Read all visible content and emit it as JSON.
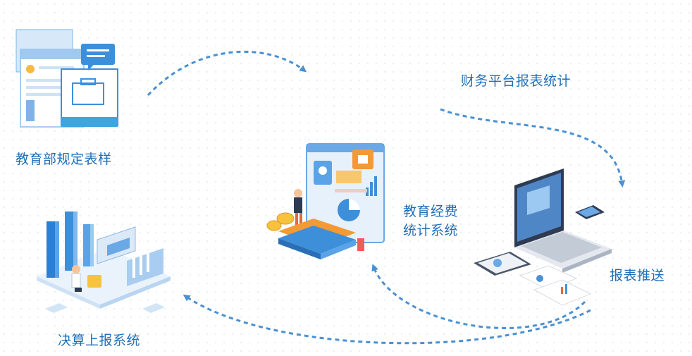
{
  "nodes": {
    "template": {
      "label": "教育部规定表样",
      "icon": "document-forms-illustration"
    },
    "finance": {
      "label": "财务平台报表统计"
    },
    "stats_system": {
      "label_line1": "教育经费",
      "label_line2": "统计系统",
      "icon": "statistics-dashboard-illustration"
    },
    "push": {
      "label": "报表推送",
      "icon": "laptop-reports-illustration"
    },
    "final_system": {
      "label": "决算上报系统",
      "icon": "server-upload-illustration"
    }
  },
  "colors": {
    "accent": "#1f6fb8",
    "arrow": "#4a90d2"
  }
}
